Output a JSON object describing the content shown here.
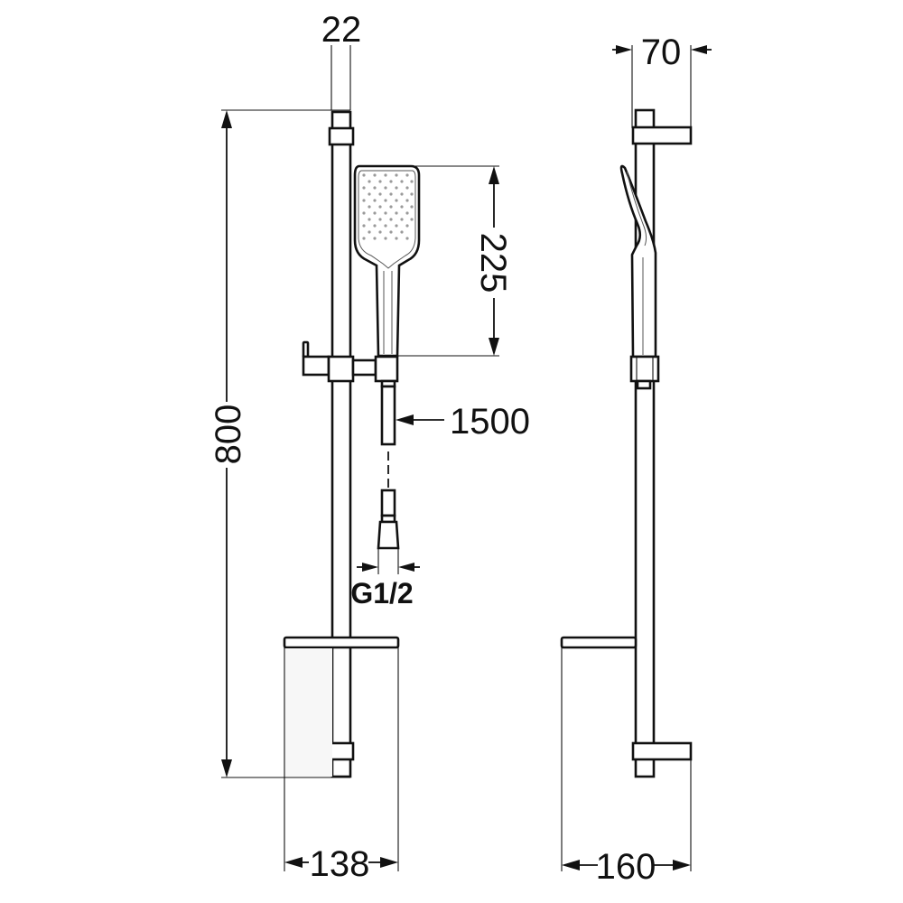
{
  "drawing": {
    "title": "Shower rail set technical drawing",
    "views": [
      "front",
      "side"
    ],
    "colors": {
      "line": "#111111",
      "background": "#ffffff",
      "nozzle": "#9a9a9a"
    }
  },
  "front_view": {
    "dimensions": {
      "rail_diameter": "22",
      "rail_height": "800",
      "handshower_length": "225",
      "hose_length": "1500",
      "hose_connection": "G1/2",
      "soap_dish_width": "138"
    }
  },
  "side_view": {
    "dimensions": {
      "wall_bracket_depth": "70",
      "total_depth": "160"
    }
  }
}
